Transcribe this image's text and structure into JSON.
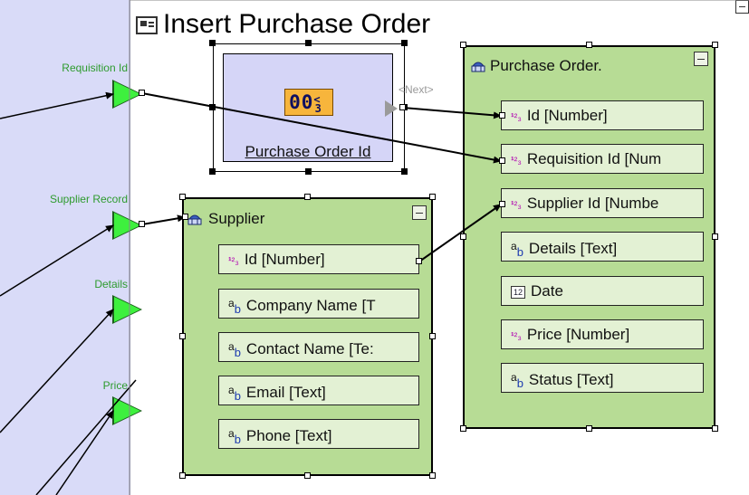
{
  "title": "Insert Purchase Order",
  "inputs": [
    {
      "label": "Requisition Id"
    },
    {
      "label": "Supplier Record"
    },
    {
      "label": "Details"
    },
    {
      "label": "Price"
    }
  ],
  "purchase_order_id": {
    "icon_text": "00",
    "icon_sup": "<",
    "icon_sub": "3",
    "label": "Purchase Order Id",
    "next_label": "<Next>"
  },
  "purchase_order": {
    "title": "Purchase Order.",
    "fields": [
      {
        "label": "Id [Number]",
        "type": "number"
      },
      {
        "label": "Requisition Id [Num",
        "type": "number"
      },
      {
        "label": "Supplier Id [Numbe",
        "type": "number"
      },
      {
        "label": "Details [Text]",
        "type": "text"
      },
      {
        "label": "Date",
        "type": "date"
      },
      {
        "label": "Price [Number]",
        "type": "number"
      },
      {
        "label": "Status [Text]",
        "type": "text"
      }
    ]
  },
  "supplier": {
    "title": "Supplier",
    "fields": [
      {
        "label": "Id [Number]",
        "type": "number"
      },
      {
        "label": "Company Name [T",
        "type": "text"
      },
      {
        "label": "Contact Name [Te:",
        "type": "text"
      },
      {
        "label": "Email [Text]",
        "type": "text"
      },
      {
        "label": "Phone [Text]",
        "type": "text"
      }
    ]
  },
  "icons": {
    "number": "number-type-icon",
    "text": "text-type-icon",
    "date": "date-type-icon",
    "table": "database-table-icon"
  },
  "colors": {
    "input_label": "#2e9b2e",
    "entity_fill": "#b7dc95",
    "field_fill": "#e3f1d4",
    "panel_fill": "#d9dbf8",
    "node_fill": "#d5d5f7"
  }
}
